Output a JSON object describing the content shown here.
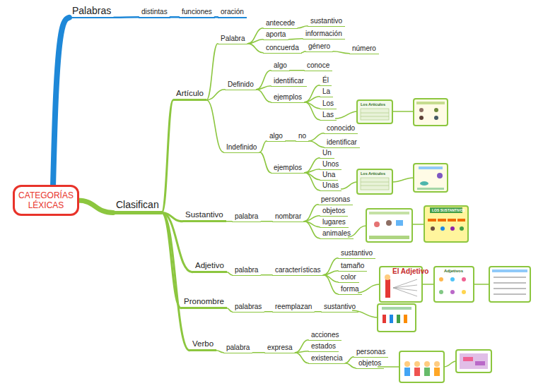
{
  "diagram": {
    "nodes": [
      {
        "text": [
          "CATEGORÍAS LÉXICAS"
        ]
      },
      {
        "text": [
          "Palabras"
        ]
      },
      {
        "text": [
          "distintas"
        ]
      },
      {
        "text": [
          "funciones"
        ]
      },
      {
        "text": [
          "oración"
        ]
      },
      {
        "text": [
          "Clasifican"
        ]
      },
      {
        "text": [
          "Artículo"
        ]
      },
      {
        "text": [
          "Palabra"
        ]
      },
      {
        "text": [
          "antecede"
        ]
      },
      {
        "text": [
          "sustantivo"
        ]
      },
      {
        "text": [
          "aporta"
        ]
      },
      {
        "text": [
          "información"
        ]
      },
      {
        "text": [
          "concuerda"
        ]
      },
      {
        "text": [
          "género"
        ]
      },
      {
        "text": [
          "número"
        ]
      },
      {
        "text": [
          "Definido"
        ]
      },
      {
        "text": [
          "algo"
        ]
      },
      {
        "text": [
          "conoce"
        ]
      },
      {
        "text": [
          "identificar"
        ]
      },
      {
        "text": [
          "ejemplos"
        ]
      },
      {
        "text": [
          "Él"
        ]
      },
      {
        "text": [
          "La"
        ]
      },
      {
        "text": [
          "Los"
        ]
      },
      {
        "text": [
          "Las"
        ]
      },
      {
        "text": [
          "Indefinido"
        ]
      },
      {
        "text": [
          "algo"
        ]
      },
      {
        "text": [
          "no"
        ]
      },
      {
        "text": [
          "conocido"
        ]
      },
      {
        "text": [
          "identificar"
        ]
      },
      {
        "text": [
          "ejemplos"
        ]
      },
      {
        "text": [
          "Un"
        ]
      },
      {
        "text": [
          "Unos"
        ]
      },
      {
        "text": [
          "Una"
        ]
      },
      {
        "text": [
          "Unas"
        ]
      },
      {
        "text": [
          "Sustantivo"
        ]
      },
      {
        "text": [
          "palabra"
        ]
      },
      {
        "text": [
          "nombrar"
        ]
      },
      {
        "text": [
          "personas"
        ]
      },
      {
        "text": [
          "objetos"
        ]
      },
      {
        "text": [
          "lugares"
        ]
      },
      {
        "text": [
          "animales"
        ]
      },
      {
        "text": [
          "Adjetivo"
        ]
      },
      {
        "text": [
          "palabra"
        ]
      },
      {
        "text": [
          "características"
        ]
      },
      {
        "text": [
          "sustantivo"
        ]
      },
      {
        "text": [
          "tamaño"
        ]
      },
      {
        "text": [
          "color"
        ]
      },
      {
        "text": [
          "forma"
        ]
      },
      {
        "text": [
          "Pronombre"
        ]
      },
      {
        "text": [
          "palabras"
        ]
      },
      {
        "text": [
          "reemplazan"
        ]
      },
      {
        "text": [
          "sustantivo"
        ]
      },
      {
        "text": [
          "Verbo"
        ]
      },
      {
        "text": [
          "palabra"
        ]
      },
      {
        "text": [
          "expresa"
        ]
      },
      {
        "text": [
          "acciones"
        ]
      },
      {
        "text": [
          "estados"
        ]
      },
      {
        "text": [
          "existencia"
        ]
      },
      {
        "text": [
          "personas"
        ]
      },
      {
        "text": [
          "objetos"
        ]
      }
    ],
    "edges": [
      {
        "from": 0,
        "to": 1,
        "arrow": "none"
      },
      {
        "from": 1,
        "to": 2,
        "arrow": "none"
      },
      {
        "from": 2,
        "to": 3,
        "arrow": "none"
      },
      {
        "from": 3,
        "to": 4,
        "arrow": "none"
      },
      {
        "from": 0,
        "to": 5,
        "arrow": "none"
      },
      {
        "from": 5,
        "to": 6,
        "arrow": "none"
      },
      {
        "from": 6,
        "to": 7,
        "arrow": "none"
      },
      {
        "from": 7,
        "to": 8,
        "arrow": "none"
      },
      {
        "from": 8,
        "to": 9,
        "arrow": "none"
      },
      {
        "from": 7,
        "to": 10,
        "arrow": "none"
      },
      {
        "from": 10,
        "to": 11,
        "arrow": "none"
      },
      {
        "from": 7,
        "to": 12,
        "arrow": "none"
      },
      {
        "from": 12,
        "to": 13,
        "arrow": "none"
      },
      {
        "from": 13,
        "to": 14,
        "arrow": "none"
      },
      {
        "from": 6,
        "to": 15,
        "arrow": "none"
      },
      {
        "from": 15,
        "to": 16,
        "arrow": "none"
      },
      {
        "from": 16,
        "to": 17,
        "arrow": "none"
      },
      {
        "from": 15,
        "to": 18,
        "arrow": "none"
      },
      {
        "from": 15,
        "to": 19,
        "arrow": "none"
      },
      {
        "from": 19,
        "to": 20,
        "arrow": "none"
      },
      {
        "from": 19,
        "to": 21,
        "arrow": "none"
      },
      {
        "from": 19,
        "to": 22,
        "arrow": "none"
      },
      {
        "from": 19,
        "to": 23,
        "arrow": "none"
      },
      {
        "from": 6,
        "to": 24,
        "arrow": "none"
      },
      {
        "from": 24,
        "to": 25,
        "arrow": "none"
      },
      {
        "from": 25,
        "to": 26,
        "arrow": "none"
      },
      {
        "from": 26,
        "to": 27,
        "arrow": "none"
      },
      {
        "from": 26,
        "to": 28,
        "arrow": "none"
      },
      {
        "from": 24,
        "to": 29,
        "arrow": "none"
      },
      {
        "from": 29,
        "to": 30,
        "arrow": "none"
      },
      {
        "from": 29,
        "to": 31,
        "arrow": "none"
      },
      {
        "from": 29,
        "to": 32,
        "arrow": "none"
      },
      {
        "from": 29,
        "to": 33,
        "arrow": "none"
      },
      {
        "from": 5,
        "to": 34,
        "arrow": "none"
      },
      {
        "from": 34,
        "to": 35,
        "arrow": "none"
      },
      {
        "from": 35,
        "to": 36,
        "arrow": "none"
      },
      {
        "from": 36,
        "to": 37,
        "arrow": "none"
      },
      {
        "from": 36,
        "to": 38,
        "arrow": "none"
      },
      {
        "from": 36,
        "to": 39,
        "arrow": "none"
      },
      {
        "from": 36,
        "to": 40,
        "arrow": "none"
      },
      {
        "from": 5,
        "to": 41,
        "arrow": "none"
      },
      {
        "from": 41,
        "to": 42,
        "arrow": "none"
      },
      {
        "from": 42,
        "to": 43,
        "arrow": "none"
      },
      {
        "from": 43,
        "to": 44,
        "arrow": "none"
      },
      {
        "from": 43,
        "to": 45,
        "arrow": "none"
      },
      {
        "from": 43,
        "to": 46,
        "arrow": "none"
      },
      {
        "from": 43,
        "to": 47,
        "arrow": "none"
      },
      {
        "from": 5,
        "to": 48,
        "arrow": "none"
      },
      {
        "from": 48,
        "to": 49,
        "arrow": "none"
      },
      {
        "from": 49,
        "to": 50,
        "arrow": "none"
      },
      {
        "from": 50,
        "to": 51,
        "arrow": "none"
      },
      {
        "from": 5,
        "to": 52,
        "arrow": "none"
      },
      {
        "from": 52,
        "to": 53,
        "arrow": "none"
      },
      {
        "from": 53,
        "to": 54,
        "arrow": "none"
      },
      {
        "from": 54,
        "to": 55,
        "arrow": "none"
      },
      {
        "from": 54,
        "to": 56,
        "arrow": "none"
      },
      {
        "from": 54,
        "to": 57,
        "arrow": "none"
      },
      {
        "from": 57,
        "to": 58,
        "arrow": "none"
      },
      {
        "from": 57,
        "to": 59,
        "arrow": "none"
      }
    ],
    "labels": [
      "Los Artículos",
      "Los Artículos",
      "LOS SUSTANTIVOS",
      "El Adjetivo",
      "Adjetivos"
    ]
  }
}
